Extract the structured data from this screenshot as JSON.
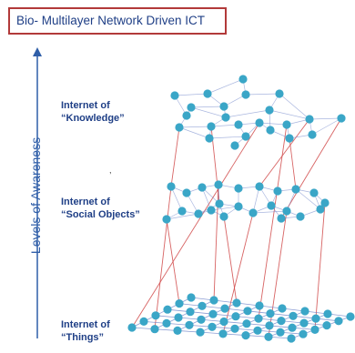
{
  "title": "Bio- Multilayer Network Driven ICT",
  "axis": {
    "label": "Levels of Awareness"
  },
  "layers": [
    {
      "line1": "Internet of",
      "line2": "“Knowledge”"
    },
    {
      "line1": "Internet of",
      "line2": "“Social Objects”"
    },
    {
      "line1": "Internet of",
      "line2": "“Things”"
    }
  ],
  "colors": {
    "node": "#3aa6c7",
    "link": "#6f86c9",
    "interlayer": "#d04848",
    "axis": "#2f5ea8",
    "title_border": "#b23a3a"
  }
}
